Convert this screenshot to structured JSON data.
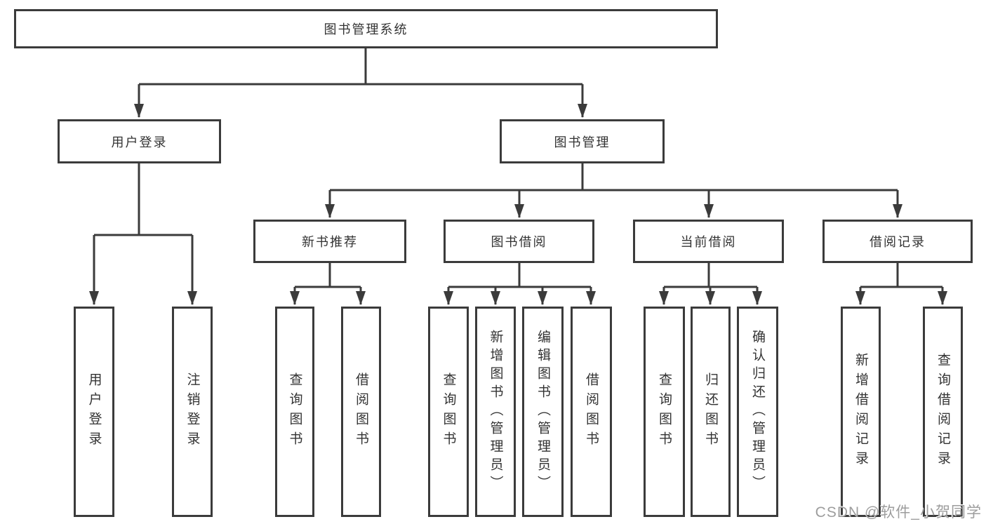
{
  "diagram": {
    "root": {
      "label": "图书管理系统"
    },
    "level2": [
      {
        "id": "user-login",
        "label": "用户登录"
      },
      {
        "id": "book-management",
        "label": "图书管理"
      }
    ],
    "level3": [
      {
        "id": "new-book-recommendation",
        "label": "新书推荐"
      },
      {
        "id": "book-borrowing",
        "label": "图书借阅"
      },
      {
        "id": "current-borrowing",
        "label": "当前借阅"
      },
      {
        "id": "borrowing-records",
        "label": "借阅记录"
      }
    ],
    "leaves": [
      {
        "id": "login-user-login",
        "label": "用户登录"
      },
      {
        "id": "login-logout",
        "label": "注销登录"
      },
      {
        "id": "recommend-query-book",
        "label": "查询图书"
      },
      {
        "id": "recommend-borrow-book",
        "label": "借阅图书"
      },
      {
        "id": "borrow-query-book",
        "label": "查询图书"
      },
      {
        "id": "borrow-add-book-admin",
        "label": "新增图书（管理员）"
      },
      {
        "id": "borrow-edit-book-admin",
        "label": "编辑图书（管理员）"
      },
      {
        "id": "borrow-borrow-book",
        "label": "借阅图书"
      },
      {
        "id": "current-query-book",
        "label": "查询图书"
      },
      {
        "id": "current-return-book",
        "label": "归还图书"
      },
      {
        "id": "current-confirm-return-admin",
        "label": "确认归还（管理员）"
      },
      {
        "id": "record-add-borrow-record",
        "label": "新增借阅记录"
      },
      {
        "id": "record-query-borrow-record",
        "label": "查询借阅记录"
      }
    ],
    "watermark": "CSDN @软件_小贺同学",
    "colors": {
      "line": "#3b3b3b",
      "box_border": "#3b3b3b",
      "box_fill": "#ffffff",
      "text": "#333333",
      "watermark": "#9d9d9d",
      "background": "#ffffff"
    }
  }
}
